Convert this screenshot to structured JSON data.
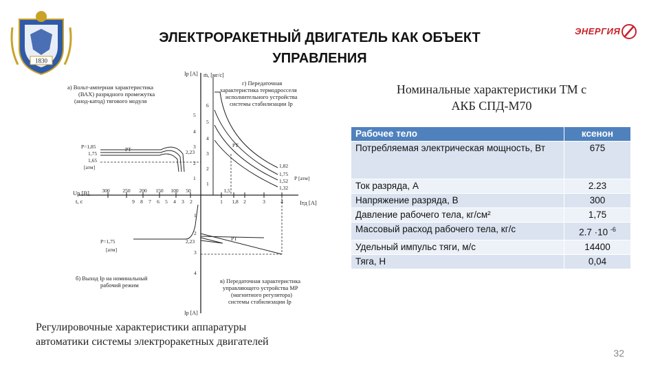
{
  "slide": {
    "title_line1": "ЭЛЕКТРОРАКЕТНЫЙ ДВИГАТЕЛЬ КАК ОБЪЕКТ",
    "title_line2": "УПРАВЛЕНИЯ",
    "emblem_year": "1830",
    "logo_text": "ЭНЕРГИЯ",
    "page_number": "32"
  },
  "diagram": {
    "caption_line1": "Регулировочные характеристики аппаратуры",
    "caption_line2": "автоматики системы электроракетных двигателей",
    "panel_a": [
      "а) Вольт-амперная характеристика",
      "(ВАХ) разрядного промежутка",
      "(анод-катод) тягового модуля"
    ],
    "panel_b": [
      "б) Выход Iр на номинальный",
      "рабочий режим"
    ],
    "panel_g": [
      "г) Передаточная",
      "характеристика термодросселя",
      "исполнительного устройства",
      "системы стабилизации Iр"
    ],
    "panel_v": [
      "в) Передаточная характеристика",
      "управляющего устройства МР",
      "(магнитного регулятора)",
      "системы стабилизации Iр"
    ],
    "axis_ip_top": "Iр [А]",
    "axis_mdot": "ṁ, [мг/с]",
    "axis_up": "Uр [В],",
    "axis_t": "t, с",
    "axis_itd": "Iтд [А]",
    "axis_ip_bottom": "Iр [А]",
    "axis_p": "Р [атм]",
    "pressure_labels": [
      "Р=1,85",
      "1,75",
      "1,65",
      "[атм]"
    ],
    "pressure_b": [
      "Р=1,75",
      "[атм]"
    ],
    "curve_labels": [
      "1,82",
      "1,75",
      "1,52",
      "1,32"
    ],
    "pt_label": "РТ",
    "value_223": "2,23",
    "voltage_ticks": [
      "300",
      "250",
      "200",
      "150",
      "100",
      "50"
    ],
    "time_ticks": [
      "9",
      "8",
      "7",
      "6",
      "5",
      "4",
      "3",
      "2"
    ],
    "itd_ticks": [
      "1",
      "1,5",
      "1,8",
      "2",
      "3",
      "4"
    ],
    "mdot_ticks": [
      "6",
      "5",
      "4",
      "3",
      "2",
      "1"
    ],
    "ip_ticks_top": [
      "5",
      "4",
      "3",
      "2",
      "1"
    ],
    "ip_ticks_bottom": [
      "1",
      "2",
      "3",
      "4"
    ]
  },
  "table": {
    "title_line1": "Номинальные характеристики ТМ с",
    "title_line2": "АКБ СПД-М70",
    "header": {
      "param": "Рабочее тело",
      "value": "ксенон"
    },
    "rows": [
      {
        "param": "Потребляемая электрическая мощность, Вт",
        "value": "675"
      },
      {
        "param": "Ток разряда, А",
        "value": "2.23"
      },
      {
        "param": "Напряжение разряда, В",
        "value": "300"
      },
      {
        "param": "Давление рабочего тела, кг/см²",
        "value": "1,75"
      },
      {
        "param": "Массовый расход рабочего тела, кг/с",
        "value": "2.7 ·10",
        "value_exp": "-6"
      },
      {
        "param": "Удельный импульс тяги, м/с",
        "value": "14400"
      },
      {
        "param": "Тяга, Н",
        "value": "0,04"
      }
    ]
  }
}
